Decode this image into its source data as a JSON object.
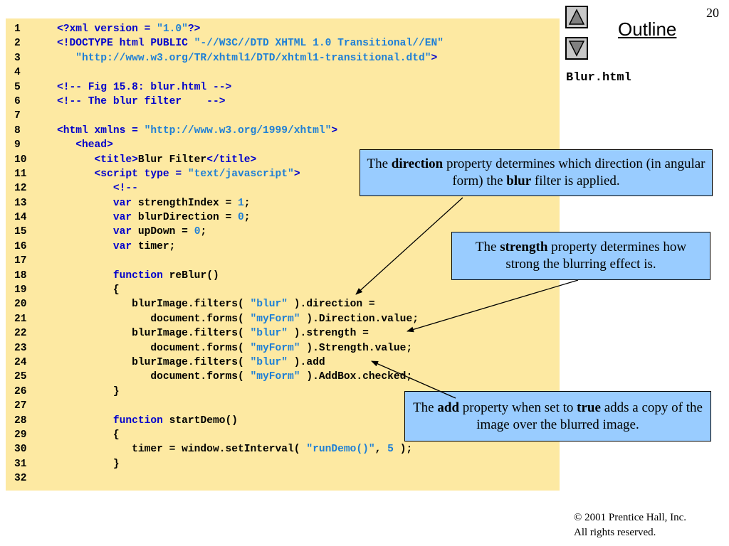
{
  "slide": {
    "page_number": "20",
    "outline_label": "Outline",
    "filename": "Blur.html",
    "footer_line1": "© 2001 Prentice Hall, Inc.",
    "footer_line2": "All rights reserved."
  },
  "nav": {
    "up_icon": "triangle-up-icon",
    "down_icon": "triangle-down-icon"
  },
  "callouts": {
    "direction": {
      "pre": "The ",
      "bold1": "direction",
      "mid1": " property determines which direction (in angular form) the ",
      "bold2": "blur",
      "post": " filter is applied."
    },
    "strength": {
      "pre": "The ",
      "bold1": "strength",
      "post": " property determines how strong the blurring effect is."
    },
    "add": {
      "pre": "The ",
      "bold1": "add",
      "mid1": " property when set to ",
      "bold2": "true",
      "post": " adds a copy of the image over the blurred image."
    }
  },
  "code_lines": [
    {
      "n": "1",
      "ind": 0,
      "segs": [
        [
          "k",
          "<?xml version = "
        ],
        [
          "s",
          "\"1.0\""
        ],
        [
          "k",
          "?>"
        ]
      ]
    },
    {
      "n": "2",
      "ind": 0,
      "segs": [
        [
          "k",
          "<!DOCTYPE html PUBLIC "
        ],
        [
          "s",
          "\"-//W3C//DTD XHTML 1.0 Transitional//EN\""
        ]
      ]
    },
    {
      "n": "3",
      "ind": 1,
      "segs": [
        [
          "s",
          "\"http://www.w3.org/TR/xhtml1/DTD/xhtml1-transitional.dtd\""
        ],
        [
          "k",
          ">"
        ]
      ]
    },
    {
      "n": "4",
      "ind": 0,
      "segs": []
    },
    {
      "n": "5",
      "ind": 0,
      "segs": [
        [
          "k",
          "<!-- Fig 15.8: blur.html -->"
        ]
      ]
    },
    {
      "n": "6",
      "ind": 0,
      "segs": [
        [
          "k",
          "<!-- The blur filter    -->"
        ]
      ]
    },
    {
      "n": "7",
      "ind": 0,
      "segs": []
    },
    {
      "n": "8",
      "ind": 0,
      "segs": [
        [
          "k",
          "<html xmlns = "
        ],
        [
          "s",
          "\"http://www.w3.org/1999/xhtml\""
        ],
        [
          "k",
          ">"
        ]
      ]
    },
    {
      "n": "9",
      "ind": 1,
      "segs": [
        [
          "k",
          "<head>"
        ]
      ]
    },
    {
      "n": "10",
      "ind": 2,
      "segs": [
        [
          "k",
          "<title>"
        ],
        [
          "t",
          "Blur Filter"
        ],
        [
          "k",
          "</title>"
        ]
      ]
    },
    {
      "n": "11",
      "ind": 2,
      "segs": [
        [
          "k",
          "<script type = "
        ],
        [
          "s",
          "\"text/javascript\""
        ],
        [
          "k",
          ">"
        ]
      ]
    },
    {
      "n": "12",
      "ind": 3,
      "segs": [
        [
          "k",
          "<!--"
        ]
      ]
    },
    {
      "n": "13",
      "ind": 3,
      "segs": [
        [
          "k",
          "var "
        ],
        [
          "t",
          "strengthIndex = "
        ],
        [
          "n",
          "1"
        ],
        [
          "t",
          ";"
        ]
      ]
    },
    {
      "n": "14",
      "ind": 3,
      "segs": [
        [
          "k",
          "var "
        ],
        [
          "t",
          "blurDirection = "
        ],
        [
          "n",
          "0"
        ],
        [
          "t",
          ";"
        ]
      ]
    },
    {
      "n": "15",
      "ind": 3,
      "segs": [
        [
          "k",
          "var "
        ],
        [
          "t",
          "upDown = "
        ],
        [
          "n",
          "0"
        ],
        [
          "t",
          ";"
        ]
      ]
    },
    {
      "n": "16",
      "ind": 3,
      "segs": [
        [
          "k",
          "var "
        ],
        [
          "t",
          "timer;"
        ]
      ]
    },
    {
      "n": "17",
      "ind": 0,
      "segs": []
    },
    {
      "n": "18",
      "ind": 3,
      "segs": [
        [
          "k",
          "function "
        ],
        [
          "t",
          "reBlur()"
        ]
      ]
    },
    {
      "n": "19",
      "ind": 3,
      "segs": [
        [
          "t",
          "{"
        ]
      ]
    },
    {
      "n": "20",
      "ind": 4,
      "segs": [
        [
          "t",
          "blurImage.filters( "
        ],
        [
          "s",
          "\"blur\""
        ],
        [
          "t",
          " ).direction ="
        ]
      ]
    },
    {
      "n": "21",
      "ind": 5,
      "segs": [
        [
          "t",
          "document.forms( "
        ],
        [
          "s",
          "\"myForm\""
        ],
        [
          "t",
          " ).Direction.value;"
        ]
      ]
    },
    {
      "n": "22",
      "ind": 4,
      "segs": [
        [
          "t",
          "blurImage.filters( "
        ],
        [
          "s",
          "\"blur\""
        ],
        [
          "t",
          " ).strength ="
        ]
      ]
    },
    {
      "n": "23",
      "ind": 5,
      "segs": [
        [
          "t",
          "document.forms( "
        ],
        [
          "s",
          "\"myForm\""
        ],
        [
          "t",
          " ).Strength.value;"
        ]
      ]
    },
    {
      "n": "24",
      "ind": 4,
      "segs": [
        [
          "t",
          "blurImage.filters( "
        ],
        [
          "s",
          "\"blur\""
        ],
        [
          "t",
          " ).add"
        ]
      ]
    },
    {
      "n": "25",
      "ind": 5,
      "segs": [
        [
          "t",
          "document.forms( "
        ],
        [
          "s",
          "\"myForm\""
        ],
        [
          "t",
          " ).AddBox.checked;"
        ]
      ]
    },
    {
      "n": "26",
      "ind": 3,
      "segs": [
        [
          "t",
          "}"
        ]
      ]
    },
    {
      "n": "27",
      "ind": 0,
      "segs": []
    },
    {
      "n": "28",
      "ind": 3,
      "segs": [
        [
          "k",
          "function "
        ],
        [
          "t",
          "startDemo()"
        ]
      ]
    },
    {
      "n": "29",
      "ind": 3,
      "segs": [
        [
          "t",
          "{"
        ]
      ]
    },
    {
      "n": "30",
      "ind": 4,
      "segs": [
        [
          "t",
          "timer = window.setInterval( "
        ],
        [
          "s",
          "\"runDemo()\""
        ],
        [
          "t",
          ", "
        ],
        [
          "n",
          "5"
        ],
        [
          "t",
          " );"
        ]
      ]
    },
    {
      "n": "31",
      "ind": 3,
      "segs": [
        [
          "t",
          "}"
        ]
      ]
    },
    {
      "n": "32",
      "ind": 0,
      "segs": []
    }
  ]
}
